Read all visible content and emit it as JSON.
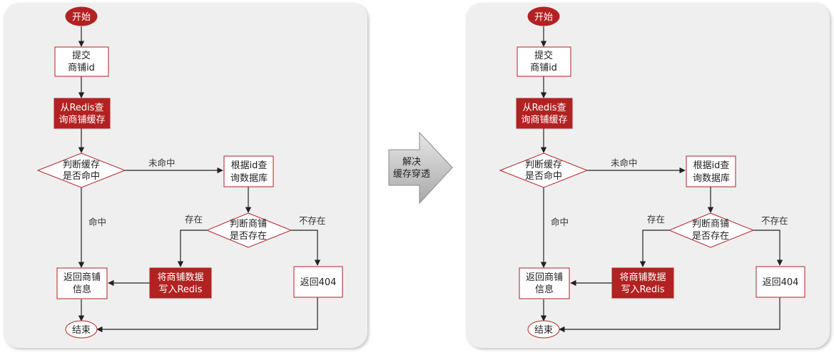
{
  "colors": {
    "panel_bg": "#efefef",
    "accent": "#b22222",
    "node_border": "#b22222",
    "arrow": "#222222",
    "transition_arrow": "#bdbdbd"
  },
  "transition": {
    "label_line1": "解决",
    "label_line2": "缓存穿透"
  },
  "panels": [
    {
      "nodes": {
        "start": "开始",
        "submit": [
          "提交",
          "商铺id"
        ],
        "query_cache": [
          "从Redis查",
          "询商铺缓存"
        ],
        "judge_cache": [
          "判断缓存",
          "是否命中"
        ],
        "query_db": [
          "根据id查",
          "询数据库"
        ],
        "judge_exist": [
          "判断商铺",
          "是否存在"
        ],
        "write_redis": [
          "将商铺数据",
          "写入Redis"
        ],
        "return_info": [
          "返回商铺",
          "信息"
        ],
        "return_404": "返回404",
        "end": "结束"
      },
      "edges": {
        "miss": "未命中",
        "hit": "命中",
        "exists": "存在",
        "not_exists": "不存在"
      }
    },
    {
      "nodes": {
        "start": "开始",
        "submit": [
          "提交",
          "商铺id"
        ],
        "query_cache": [
          "从Redis查",
          "询商铺缓存"
        ],
        "judge_cache": [
          "判断缓存",
          "是否命中"
        ],
        "query_db": [
          "根据id查",
          "询数据库"
        ],
        "judge_exist": [
          "判断商铺",
          "是否存在"
        ],
        "write_redis": [
          "将商铺数据",
          "写入Redis"
        ],
        "return_info": [
          "返回商铺",
          "信息"
        ],
        "return_404": "返回404",
        "end": "结束"
      },
      "edges": {
        "miss": "未命中",
        "hit": "命中",
        "exists": "存在",
        "not_exists": "不存在"
      }
    }
  ]
}
